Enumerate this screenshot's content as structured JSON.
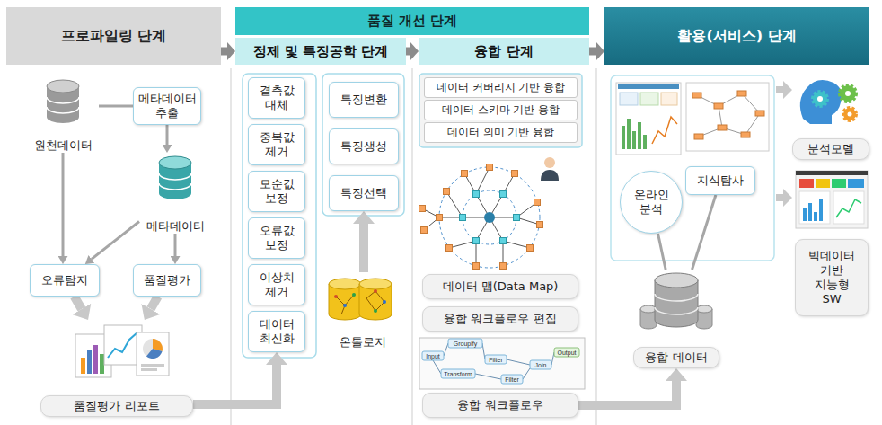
{
  "diagram": {
    "nodes": [
      {
        "text": [
          "프로파일링 단계"
        ]
      },
      {
        "text": [
          "품질 개선 단계"
        ]
      },
      {
        "text": [
          "정제 및 특징공학 단계"
        ]
      },
      {
        "text": [
          "융합 단계"
        ]
      },
      {
        "text": [
          "활용(서비스) 단계"
        ]
      },
      {
        "text": [
          "원천데이터"
        ]
      },
      {
        "text": [
          "메타데이터 추출"
        ]
      },
      {
        "text": [
          "메타데이터"
        ]
      },
      {
        "text": [
          "오류탐지"
        ]
      },
      {
        "text": [
          "품질평가"
        ]
      },
      {
        "text": [
          "품질평가 리포트"
        ]
      },
      {
        "text": [
          "결측값 대체"
        ]
      },
      {
        "text": [
          "중복값 제거"
        ]
      },
      {
        "text": [
          "모순값 보정"
        ]
      },
      {
        "text": [
          "오류값 보정"
        ]
      },
      {
        "text": [
          "이상치 제거"
        ]
      },
      {
        "text": [
          "데이터 최신화"
        ]
      },
      {
        "text": [
          "특징변환"
        ]
      },
      {
        "text": [
          "특징생성"
        ]
      },
      {
        "text": [
          "특징선택"
        ]
      },
      {
        "text": [
          "온톨로지"
        ]
      },
      {
        "text": [
          "데이터 커버리지 기반 융합"
        ]
      },
      {
        "text": [
          "데이터 스키마 기반 융합"
        ]
      },
      {
        "text": [
          "데이터 의미 기반 융합"
        ]
      },
      {
        "text": [
          "데이터 맵(Data Map)"
        ]
      },
      {
        "text": [
          "융합 워크플로우 편집"
        ]
      },
      {
        "text": [
          "융합 워크플로우"
        ]
      },
      {
        "text": [
          "온라인 분석"
        ]
      },
      {
        "text": [
          "지식탐사"
        ]
      },
      {
        "text": [
          "융합 데이터"
        ]
      },
      {
        "text": [
          "분석모델"
        ]
      },
      {
        "text": [
          "빅데이터 기반 지능형 SW"
        ]
      }
    ],
    "edges": [
      {
        "from": 0,
        "to": 2,
        "arrow": "to"
      },
      {
        "from": 2,
        "to": 3,
        "arrow": "to"
      },
      {
        "from": 3,
        "to": 4,
        "arrow": "to"
      },
      {
        "from": 5,
        "to": 6,
        "arrow": "none"
      },
      {
        "from": 6,
        "to": 7,
        "arrow": "to"
      },
      {
        "from": 5,
        "to": 8,
        "arrow": "to"
      },
      {
        "from": 7,
        "to": 8,
        "arrow": "to"
      },
      {
        "from": 7,
        "to": 9,
        "arrow": "to"
      },
      {
        "from": 8,
        "to": 10,
        "arrow": "to"
      },
      {
        "from": 9,
        "to": 10,
        "arrow": "to"
      },
      {
        "from": 10,
        "to": 16,
        "arrow": "to"
      },
      {
        "from": 20,
        "to": 19,
        "arrow": "to"
      },
      {
        "from": 26,
        "to": 29,
        "arrow": "to"
      },
      {
        "from": 29,
        "to": 27,
        "arrow": "none"
      },
      {
        "from": 29,
        "to": 28,
        "arrow": "none"
      }
    ],
    "labels": [
      "Input",
      "Groupify",
      "Transform",
      "Filter",
      "Filter",
      "Join",
      "Output"
    ]
  }
}
